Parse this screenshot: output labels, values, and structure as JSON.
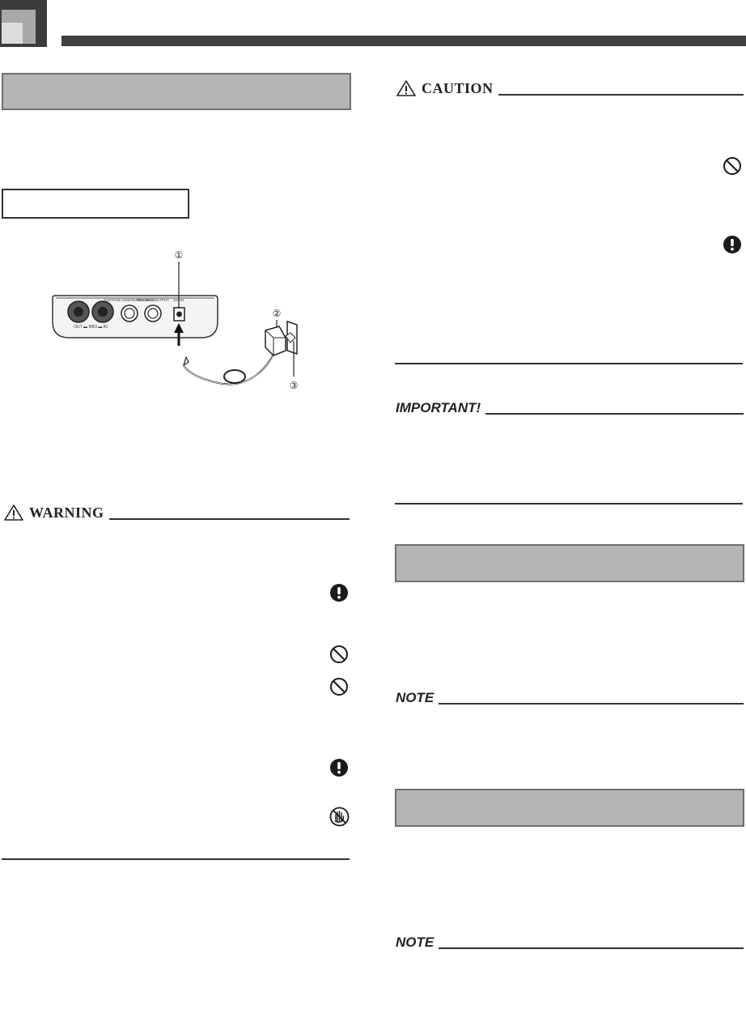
{
  "headings": {
    "caution": "CAUTION",
    "important": "IMPORTANT!",
    "warning": "WARNING",
    "note_1": "NOTE",
    "note_2": "NOTE"
  },
  "figure": {
    "callouts": [
      "①",
      "②",
      "③"
    ],
    "jack_labels": {
      "midi": "OUT ▬ MIDI ▬ IN",
      "sustain": "SUSTAIN/ ASSIGNABLE JACK",
      "phones": "PHONES/ OUTPUT",
      "dc": "DC 9V"
    }
  },
  "icons": {
    "mandatory": "exclamation-circle-icon",
    "prohibited": "prohibition-circle-icon",
    "no_wet_hands": "no-wet-hands-icon",
    "alert": "warning-triangle-icon"
  },
  "colors": {
    "header_dark": "#3c3c3c",
    "section_box_fill": "#b5b5b5",
    "rule": "#333333"
  }
}
